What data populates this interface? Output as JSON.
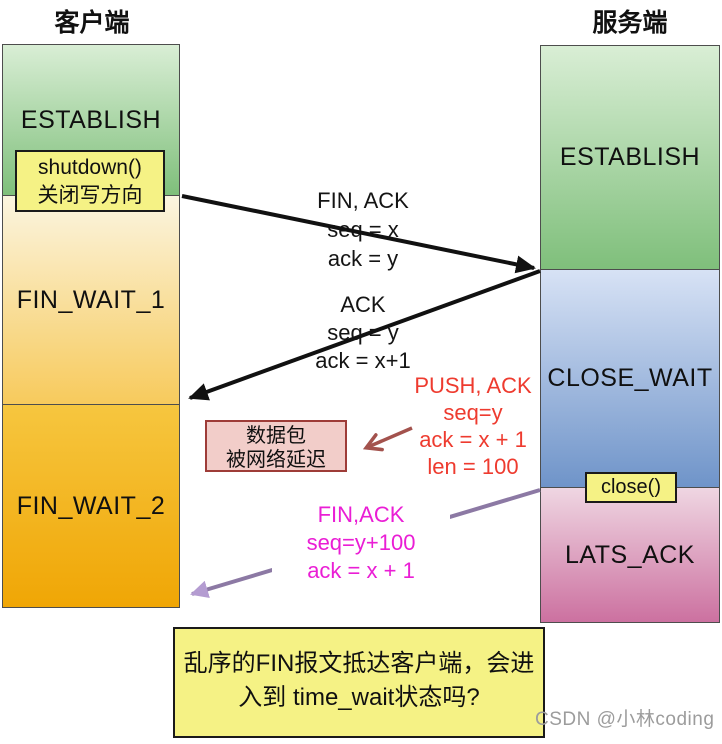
{
  "headers": {
    "client": "客户端",
    "server": "服务端"
  },
  "client_states": [
    {
      "id": "establish",
      "label": "ESTABLISH"
    },
    {
      "id": "fin_wait_1",
      "label": "FIN_WAIT_1"
    },
    {
      "id": "fin_wait_2",
      "label": "FIN_WAIT_2"
    }
  ],
  "server_states": [
    {
      "id": "establish",
      "label": "ESTABLISH"
    },
    {
      "id": "close_wait",
      "label": "CLOSE_WAIT"
    },
    {
      "id": "lats_ack",
      "label": "LATS_ACK"
    }
  ],
  "notes": {
    "shutdown": {
      "lines": [
        "shutdown()",
        "关闭写方向"
      ]
    },
    "close": {
      "text": "close()"
    },
    "delayed": {
      "lines": [
        "数据包",
        "被网络延迟"
      ]
    },
    "question": {
      "lines": [
        "乱序的FIN报文抵达客户端，会进",
        "入到 time_wait状态吗?"
      ]
    }
  },
  "messages": {
    "fin1": {
      "lines": [
        "FIN, ACK",
        "seq = x",
        "ack = y"
      ]
    },
    "ack": {
      "lines": [
        "ACK",
        "seq = y",
        "ack = x+1"
      ]
    },
    "push": {
      "lines": [
        "PUSH, ACK",
        "seq=y",
        "ack = x + 1",
        "len = 100"
      ]
    },
    "fin2": {
      "lines": [
        "FIN,ACK",
        "seq=y+100",
        "ack = x + 1"
      ]
    }
  },
  "watermark": "CSDN @小林coding",
  "colors": {
    "green_top": "#d9eed5",
    "green_bottom": "#7fbf7b",
    "cream_top": "#fbf5e0",
    "cream_bottom": "#f7ca5c",
    "orange_top": "#f6c63f",
    "orange_bottom": "#f0a605",
    "blue_top": "#d7e2f5",
    "blue_bottom": "#6f94c9",
    "pink_top": "#efd6e2",
    "pink_bottom": "#cc71a0",
    "note_yellow": "#f5f285",
    "delayed_note_bg": "#f2cdc9",
    "delayed_note_border": "#9e3c38",
    "red_text": "#ee3b2f",
    "magenta_text": "#ea1ed5",
    "black_arrow": "#111111",
    "brown_arrow": "#a3524d",
    "purple_arrow": "#8c79a4",
    "purple_arrowhead": "#b49cd1"
  }
}
